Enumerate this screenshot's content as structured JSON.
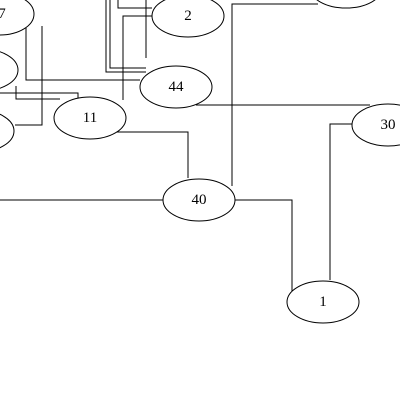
{
  "graph": {
    "nodes": [
      {
        "id": "n2",
        "label": "2"
      },
      {
        "id": "n44",
        "label": "44"
      },
      {
        "id": "n11",
        "label": "11"
      },
      {
        "id": "n30",
        "label": "30"
      },
      {
        "id": "n40",
        "label": "40"
      },
      {
        "id": "n1",
        "label": "1"
      },
      {
        "id": "n7",
        "label": "7"
      },
      {
        "id": "nA",
        "label": ""
      },
      {
        "id": "nB",
        "label": ""
      },
      {
        "id": "nTop",
        "label": ""
      }
    ],
    "colors": {
      "stroke": "#000000",
      "fill": "#ffffff",
      "background": "#ffffff"
    }
  }
}
